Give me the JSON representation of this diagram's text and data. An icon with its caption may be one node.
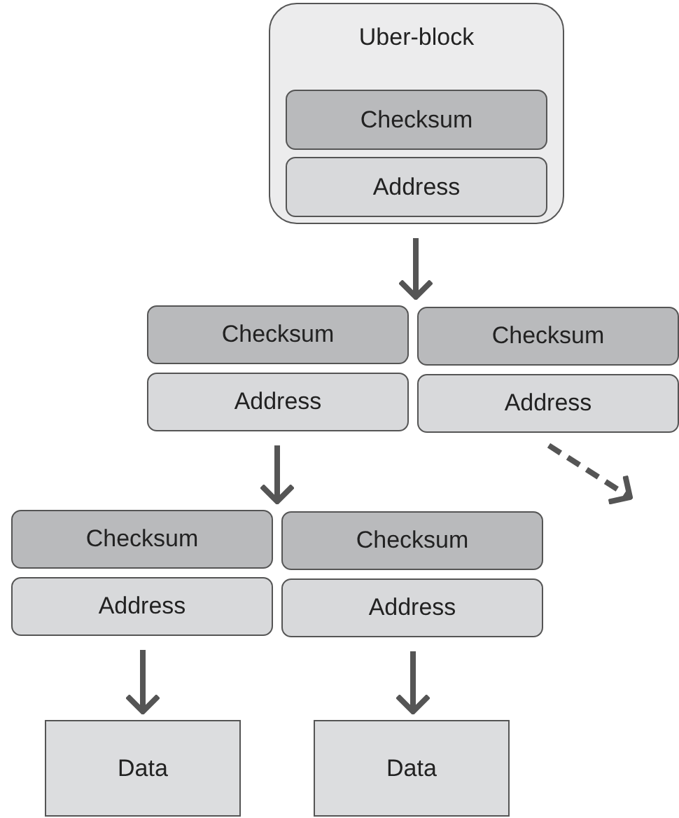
{
  "diagram": {
    "nodes": [
      {
        "text": [
          "Uber-block"
        ]
      },
      {
        "text": [
          "Checksum"
        ],
        "in": 0
      },
      {
        "text": [
          "Address"
        ],
        "in": 0
      },
      {
        "text": [
          "Checksum"
        ]
      },
      {
        "text": [
          "Address"
        ]
      },
      {
        "text": [
          "Checksum"
        ]
      },
      {
        "text": [
          "Address"
        ]
      },
      {
        "text": [
          "Checksum"
        ]
      },
      {
        "text": [
          "Address"
        ]
      },
      {
        "text": [
          "Checksum"
        ]
      },
      {
        "text": [
          "Address"
        ]
      },
      {
        "text": [
          "Data"
        ]
      },
      {
        "text": [
          "Data"
        ]
      }
    ],
    "edges": [
      {
        "from": 0,
        "to": 3,
        "arrow": "to"
      },
      {
        "from": 4,
        "to": 7,
        "arrow": "to"
      },
      {
        "from": 6,
        "to": null,
        "arrow": "to",
        "style": "dashed"
      },
      {
        "from": 8,
        "to": 11,
        "arrow": "to"
      },
      {
        "from": 10,
        "to": 12,
        "arrow": "to"
      }
    ]
  }
}
